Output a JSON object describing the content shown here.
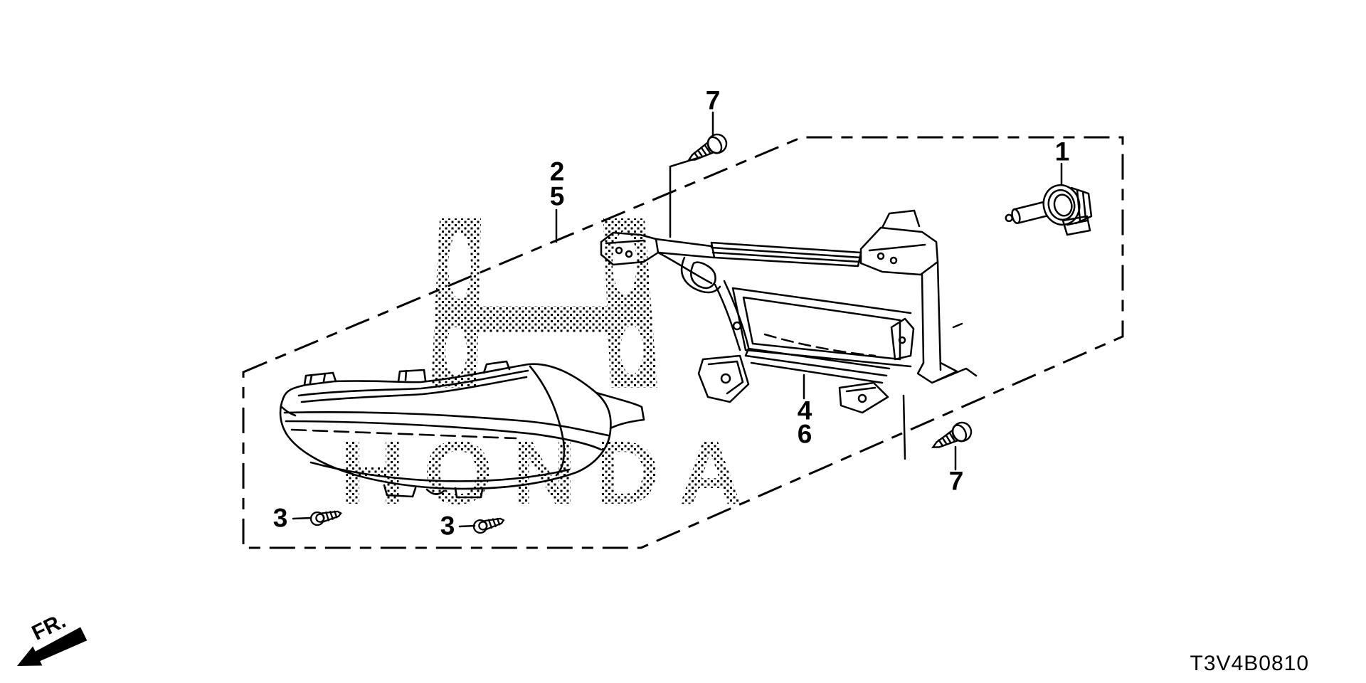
{
  "page": {
    "background_color": "#ffffff",
    "line_color": "#000000"
  },
  "diagram": {
    "code": "T3V4B0810",
    "direction_indicator": {
      "label": "FR."
    },
    "watermark": {
      "logo": "honda-h-logo",
      "text": "HONDA"
    },
    "callouts": {
      "bulb": {
        "part_no": "1"
      },
      "unit_primary": {
        "part_no": "2"
      },
      "unit_secondary": {
        "part_no": "5"
      },
      "screw_front_left": {
        "part_no": "3"
      },
      "screw_front_right": {
        "part_no": "3"
      },
      "bracket_primary": {
        "part_no": "4"
      },
      "bracket_secondary": {
        "part_no": "6"
      },
      "tapping_screw_top": {
        "part_no": "7"
      },
      "tapping_screw_bottom": {
        "part_no": "7"
      }
    }
  }
}
